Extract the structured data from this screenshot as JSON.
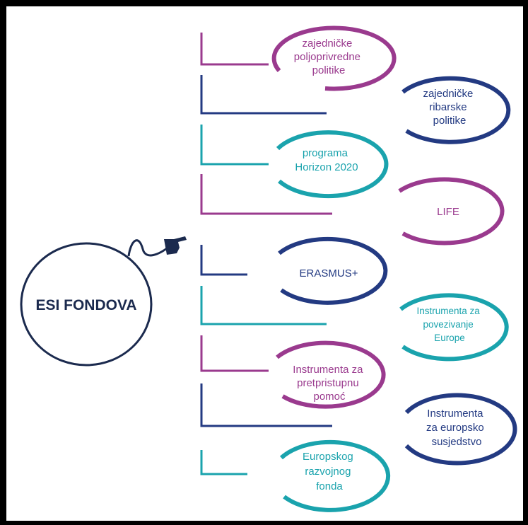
{
  "colors": {
    "purple": "#9a3a8e",
    "navy": "#233a82",
    "teal": "#1aa3ad",
    "central": "#1b2a4e"
  },
  "center": {
    "label": "ESI FONDOVA"
  },
  "nodes": [
    {
      "id": "cap",
      "color": "purple",
      "lines": [
        "zajedničke",
        "poljoprivredne",
        "politike"
      ]
    },
    {
      "id": "cfp",
      "color": "navy",
      "lines": [
        "zajedničke",
        "ribarske",
        "politike"
      ]
    },
    {
      "id": "horizon",
      "color": "teal",
      "lines": [
        "programa",
        "Horizon 2020"
      ]
    },
    {
      "id": "life",
      "color": "purple",
      "lines": [
        "LIFE"
      ]
    },
    {
      "id": "erasmus",
      "color": "navy",
      "lines": [
        "ERASMUS+"
      ]
    },
    {
      "id": "cef",
      "color": "teal",
      "lines": [
        "Instrumenta za",
        "povezivanje",
        "Europe"
      ]
    },
    {
      "id": "ipa",
      "color": "purple",
      "lines": [
        "Instrumenta za",
        "pretpristupnu",
        "pomoć"
      ]
    },
    {
      "id": "eni",
      "color": "navy",
      "lines": [
        "Instrumenta",
        "za europsko",
        "susjedstvo"
      ]
    },
    {
      "id": "edf",
      "color": "teal",
      "lines": [
        "Europskog",
        "razvojnog",
        "fonda"
      ]
    }
  ]
}
